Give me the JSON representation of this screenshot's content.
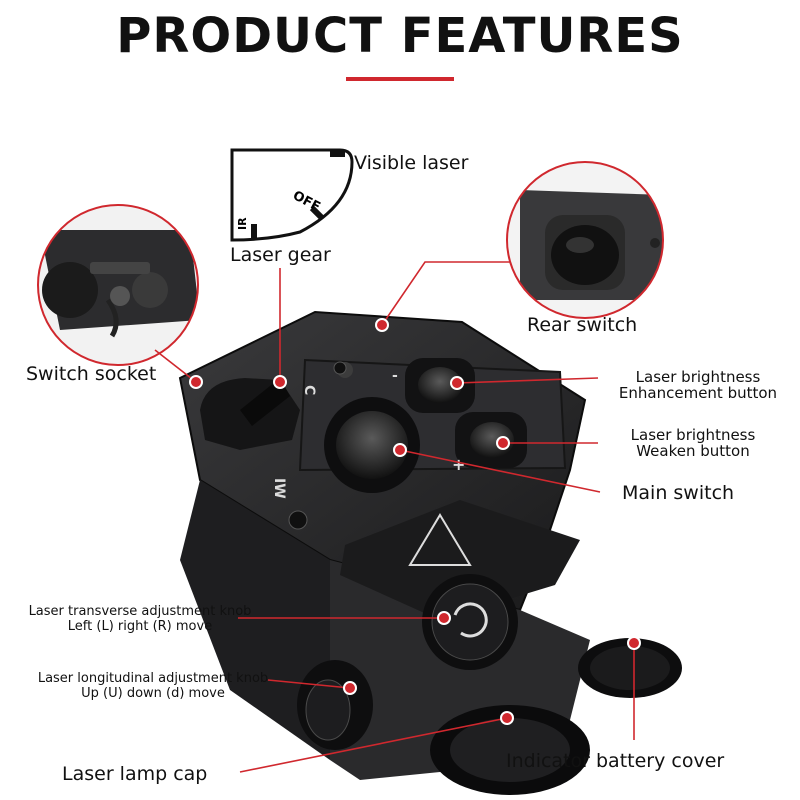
{
  "title": "PRODUCT FEATURES",
  "accent_color": "#d0282e",
  "gear_inset": {
    "mark_off": "OFF",
    "mark_ir": "IR",
    "caption": "Laser gear",
    "visible_label": "Visible laser"
  },
  "labels": {
    "rear_switch": "Rear switch",
    "switch_socket": "Switch socket",
    "enhance_line1": "Laser brightness",
    "enhance_line2": "Enhancement button",
    "weaken_line1": "Laser brightness",
    "weaken_line2": "Weaken button",
    "main_switch": "Main switch",
    "transverse_line1": "Laser transverse adjustment knob",
    "transverse_line2": "Left (L) right (R) move",
    "longitudinal_line1": "Laser longitudinal adjustment knob",
    "longitudinal_line2": "Up (U) down (d) move",
    "battery_cover": "Indicator battery cover",
    "lamp_cap": "Laser lamp cap"
  }
}
